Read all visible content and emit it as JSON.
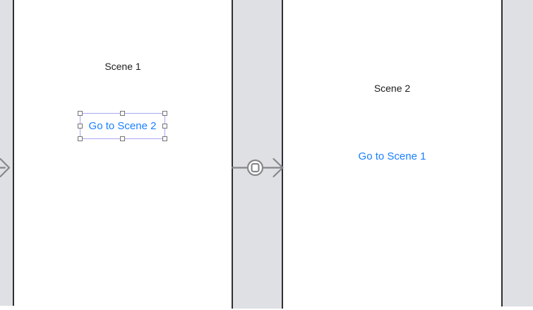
{
  "colors": {
    "canvas_background": "#dee0e3",
    "scene_border": "#2f2f33",
    "scene_background": "#ffffff",
    "segue_gray": "#86878a",
    "button_blue": "#1b7fff",
    "label_text": "#1d1d1f",
    "selection_outline": "#a9a9f1",
    "selection_handle_border": "#737377",
    "selection_handle_fill": "#ffffff"
  },
  "scene1": {
    "title": "Scene 1",
    "button": {
      "label": "Go to Scene 2",
      "selected": true
    }
  },
  "scene2": {
    "title": "Scene 2",
    "button": {
      "label": "Go to Scene 1"
    }
  },
  "icons": {
    "entry_point_arrow": "storyboard-entry-point-arrow",
    "segue_connector": "show-segue-connector"
  }
}
